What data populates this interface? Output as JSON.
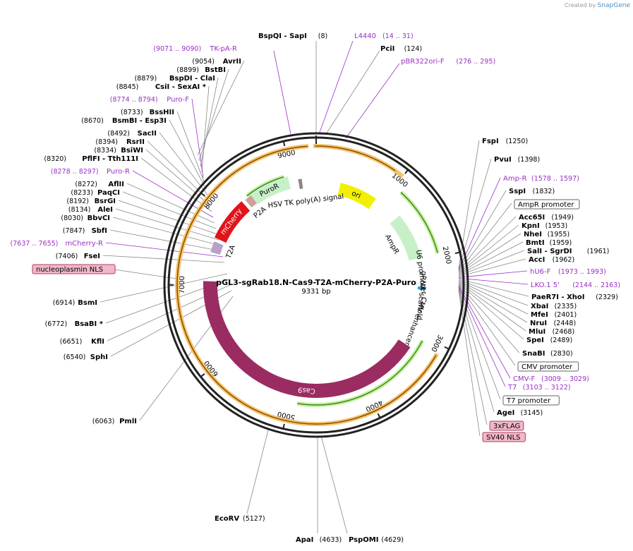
{
  "brand": {
    "created_by": "Created by",
    "app": "SnapGene"
  },
  "plasmid": {
    "name": "pGL3-sgRab18.N-Cas9-T2A-mCherry-P2A-Puro",
    "size": "9331 bp"
  },
  "ticks": [
    "1000",
    "2000",
    "3000",
    "4000",
    "5000",
    "6000",
    "7000",
    "8000",
    "9000"
  ],
  "features": {
    "ori": "ori",
    "ampr": "AmpR",
    "u6": "U6 promoter",
    "grna": "gRNA scaffold",
    "cmv_enh": "CMV enhancer",
    "cas9": "Cas9",
    "t2a": "T2A",
    "mcherry": "mCherry",
    "p2a": "P2A",
    "puror": "PuroR",
    "hsv": "HSV TK poly(A) signal",
    "dots": "..."
  },
  "right_labels": [
    {
      "name": "FspI",
      "pos": "(1250)"
    },
    {
      "name": "PvuI",
      "pos": "(1398)"
    },
    {
      "name": "Amp-R",
      "pos": "(1578 .. 1597)",
      "primer": true
    },
    {
      "name": "SspI",
      "pos": "(1832)"
    },
    {
      "name": "AmpR promoter",
      "pos": "",
      "box": "outline"
    },
    {
      "name": "Acc65I",
      "pos": "(1949)"
    },
    {
      "name": "KpnI",
      "pos": "(1953)"
    },
    {
      "name": "NheI",
      "pos": "(1955)"
    },
    {
      "name": "BmtI",
      "pos": "(1959)"
    },
    {
      "name": "SalI - SgrDI",
      "pos": "(1961)"
    },
    {
      "name": "AccI",
      "pos": "(1962)"
    },
    {
      "name": "hU6-F",
      "pos": "(1973 .. 1993)",
      "primer": true
    },
    {
      "name": "LKO.1 5'",
      "pos": "(2144 .. 2163)",
      "primer": true
    },
    {
      "name": "PaeR7I - XhoI",
      "pos": "(2329)"
    },
    {
      "name": "XbaI",
      "pos": "(2335)"
    },
    {
      "name": "MfeI",
      "pos": "(2401)"
    },
    {
      "name": "NruI",
      "pos": "(2448)"
    },
    {
      "name": "MluI",
      "pos": "(2468)"
    },
    {
      "name": "SpeI",
      "pos": "(2489)"
    },
    {
      "name": "SnaBI",
      "pos": "(2830)"
    },
    {
      "name": "CMV promoter",
      "pos": "",
      "box": "outline"
    },
    {
      "name": "CMV-F",
      "pos": "(3009 .. 3029)",
      "primer": true
    },
    {
      "name": "T7",
      "pos": "(3103 .. 3122)",
      "primer": true
    },
    {
      "name": "T7 promoter",
      "pos": "",
      "box": "outline"
    },
    {
      "name": "AgeI",
      "pos": "(3145)"
    },
    {
      "name": "3xFLAG",
      "pos": "",
      "box": "pink"
    },
    {
      "name": "SV40 NLS",
      "pos": "",
      "box": "pink"
    }
  ],
  "left_labels": [
    {
      "name": "AvrII",
      "pos": "(9054)"
    },
    {
      "name": "BstBI",
      "pos": "(8899)"
    },
    {
      "name": "BspDI - ClaI",
      "pos": "(8879)"
    },
    {
      "name": "CsiI - SexAI *",
      "pos": "(8845)"
    },
    {
      "name": "Puro-F",
      "pos": "(8774 .. 8794)",
      "primer": true
    },
    {
      "name": "BssHII",
      "pos": "(8733)"
    },
    {
      "name": "BsmBI - Esp3I",
      "pos": "(8670)"
    },
    {
      "name": "SacII",
      "pos": "(8492)"
    },
    {
      "name": "RsrII",
      "pos": "(8394)"
    },
    {
      "name": "BsiWI",
      "pos": "(8334)"
    },
    {
      "name": "PflFI - Tth111I",
      "pos": "(8320)"
    },
    {
      "name": "Puro-R",
      "pos": "(8278 .. 8297)",
      "primer": true
    },
    {
      "name": "AflII",
      "pos": "(8272)"
    },
    {
      "name": "PaqCI",
      "pos": "(8233)"
    },
    {
      "name": "BsrGI",
      "pos": "(8192)"
    },
    {
      "name": "AleI",
      "pos": "(8134)"
    },
    {
      "name": "BbvCI",
      "pos": "(8030)"
    },
    {
      "name": "SbfI",
      "pos": "(7847)"
    },
    {
      "name": "mCherry-R",
      "pos": "(7637 .. 7655)",
      "primer": true
    },
    {
      "name": "FseI",
      "pos": "(7406)"
    },
    {
      "name": "nucleoplasmin NLS",
      "pos": "",
      "box": "pink"
    },
    {
      "name": "BsmI",
      "pos": "(6914)"
    },
    {
      "name": "BsaBI *",
      "pos": "(6772)"
    },
    {
      "name": "KflI",
      "pos": "(6651)"
    },
    {
      "name": "SphI",
      "pos": "(6540)"
    },
    {
      "name": "PmlI",
      "pos": "(6063)"
    }
  ],
  "top_labels": [
    {
      "name": "BspQI - SapI",
      "pos": "(8)"
    },
    {
      "name": "TK-pA-R",
      "pos": "(9071 .. 9090)",
      "primer": true
    },
    {
      "name": "L4440",
      "pos": "(14 .. 31)",
      "primer": true
    },
    {
      "name": "PciI",
      "pos": "(124)"
    },
    {
      "name": "pBR322ori-F",
      "pos": "(276 .. 295)",
      "primer": true
    }
  ],
  "bottom_labels": [
    {
      "name": "EcoRV",
      "pos": "(5127)"
    },
    {
      "name": "ApaI",
      "pos": "(4633)"
    },
    {
      "name": "PspOMI",
      "pos": "(4629)"
    }
  ]
}
